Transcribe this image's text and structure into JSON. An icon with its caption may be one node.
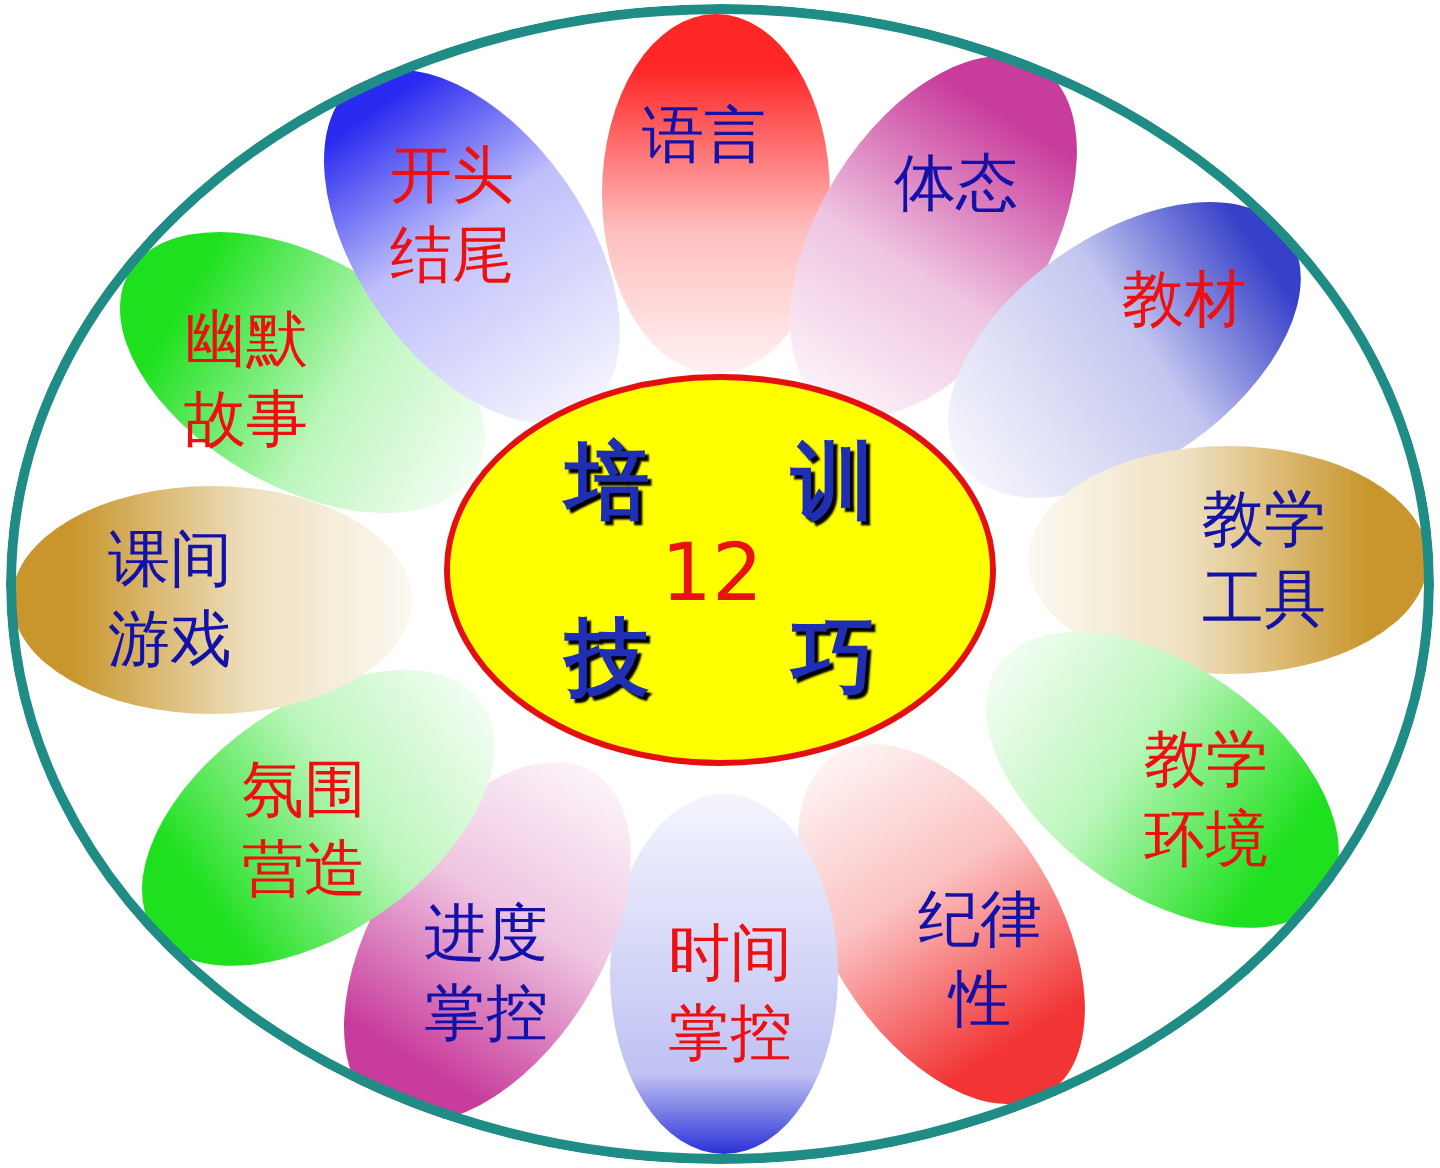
{
  "diagram": {
    "nodes": [
      {
        "text": [],
        "shape": "ellipse"
      },
      {
        "text": [
          "培训",
          "12",
          "技巧"
        ],
        "in": 0
      },
      {
        "text": [
          "语言"
        ],
        "in": 0
      },
      {
        "text": [
          "体态"
        ],
        "in": 0
      },
      {
        "text": [
          "教材"
        ],
        "in": 0
      },
      {
        "text": [
          "教学工具"
        ],
        "in": 0
      },
      {
        "text": [
          "教学环境"
        ],
        "in": 0
      },
      {
        "text": [
          "纪律性"
        ],
        "in": 0
      },
      {
        "text": [
          "时间掌控"
        ],
        "in": 0
      },
      {
        "text": [
          "进度掌控"
        ],
        "in": 0
      },
      {
        "text": [
          "氛围营造"
        ],
        "in": 0
      },
      {
        "text": [
          "课间游戏"
        ],
        "in": 0
      },
      {
        "text": [
          "幽默故事"
        ],
        "in": 0
      },
      {
        "text": [
          "开头结尾"
        ],
        "in": 0
      }
    ]
  }
}
